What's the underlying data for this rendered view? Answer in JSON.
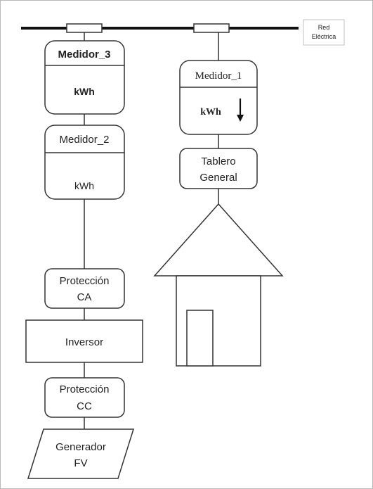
{
  "grid": {
    "label_line1": "Red",
    "label_line2": "Eléctrica"
  },
  "medidor_3": {
    "title": "Medidor_3",
    "unit": "kWh"
  },
  "medidor_2": {
    "title": "Medidor_2",
    "unit": "kWh"
  },
  "medidor_1": {
    "title": "Medidor_1",
    "unit": "kWh"
  },
  "tablero": {
    "line1": "Tablero",
    "line2": "General"
  },
  "proteccion_ca": {
    "line1": "Protección",
    "line2": "CA"
  },
  "inversor": {
    "label": "Inversor"
  },
  "proteccion_cc": {
    "line1": "Protección",
    "line2": "CC"
  },
  "generador": {
    "line1": "Generador",
    "line2": "FV"
  }
}
